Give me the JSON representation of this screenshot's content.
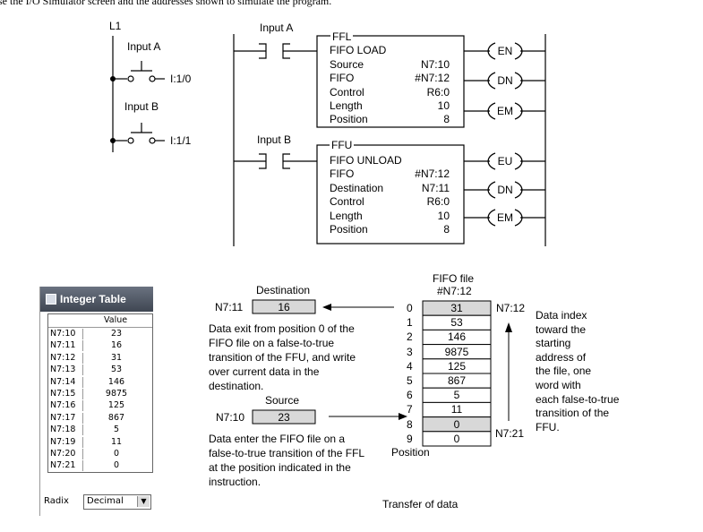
{
  "header_text": "se the I/O Simulator screen and the addresses shown to simulate the program.",
  "inputs_ladder": {
    "rail_label": "L1",
    "input_a_label": "Input A",
    "input_a_addr": "I:1/0",
    "input_b_label": "Input B",
    "input_b_addr": "I:1/1"
  },
  "ffl_rung": {
    "contact_label": "Input A",
    "block_title": "FFL",
    "block_subtitle": "FIFO LOAD",
    "rows": [
      {
        "label": "Source",
        "value": "N7:10"
      },
      {
        "label": "FIFO",
        "value": "#N7:12"
      },
      {
        "label": "Control",
        "value": "R6:0"
      },
      {
        "label": "Length",
        "value": "10"
      },
      {
        "label": "Position",
        "value": "8"
      }
    ],
    "outputs": [
      "EN",
      "DN",
      "EM"
    ]
  },
  "ffu_rung": {
    "contact_label": "Input B",
    "block_title": "FFU",
    "block_subtitle": "FIFO UNLOAD",
    "rows": [
      {
        "label": "FIFO",
        "value": "#N7:12"
      },
      {
        "label": "Destination",
        "value": "N7:11"
      },
      {
        "label": "Control",
        "value": "R6:0"
      },
      {
        "label": "Length",
        "value": "10"
      },
      {
        "label": "Position",
        "value": "8"
      }
    ],
    "outputs": [
      "EU",
      "DN",
      "EM"
    ]
  },
  "integer_table": {
    "title": "Integer Table",
    "value_header": "Value",
    "rows": [
      {
        "addr": "N7:10",
        "value": "23"
      },
      {
        "addr": "N7:11",
        "value": "16"
      },
      {
        "addr": "N7:12",
        "value": "31"
      },
      {
        "addr": "N7:13",
        "value": "53"
      },
      {
        "addr": "N7:14",
        "value": "146"
      },
      {
        "addr": "N7:15",
        "value": "9875"
      },
      {
        "addr": "N7:16",
        "value": "125"
      },
      {
        "addr": "N7:17",
        "value": "867"
      },
      {
        "addr": "N7:18",
        "value": "5"
      },
      {
        "addr": "N7:19",
        "value": "11"
      },
      {
        "addr": "N7:20",
        "value": "0"
      },
      {
        "addr": "N7:21",
        "value": "0"
      }
    ],
    "radix_label": "Radix",
    "radix_value": "Decimal"
  },
  "transfer": {
    "destination_title": "Destination",
    "destination_addr": "N7:11",
    "destination_value": "16",
    "exit_text": [
      "Data exit from position 0 of the",
      "FIFO file on a false-to-true",
      "transition of the FFU, and write",
      "over current data in the",
      "destination."
    ],
    "source_title": "Source",
    "source_addr": "N7:10",
    "source_value": "23",
    "enter_text": [
      "Data enter the FIFO file on a",
      "false-to-true transition of the FFL",
      "at the position indicated in the",
      "instruction."
    ],
    "fifo_title_1": "FIFO file",
    "fifo_title_2": "#N7:12",
    "positions": [
      "0",
      "1",
      "2",
      "3",
      "4",
      "5",
      "6",
      "7",
      "8",
      "9"
    ],
    "fifo_values": [
      "31",
      "53",
      "146",
      "9875",
      "125",
      "867",
      "5",
      "11",
      "0",
      "0"
    ],
    "start_addr": "N7:12",
    "end_addr": "N7:21",
    "index_text": [
      "Data index",
      "toward the",
      "starting",
      "address of",
      "the file, one",
      "word with",
      "each false-to-true",
      "transition of the",
      "FFU."
    ],
    "position_label": "Position",
    "caption": "Transfer of data"
  }
}
